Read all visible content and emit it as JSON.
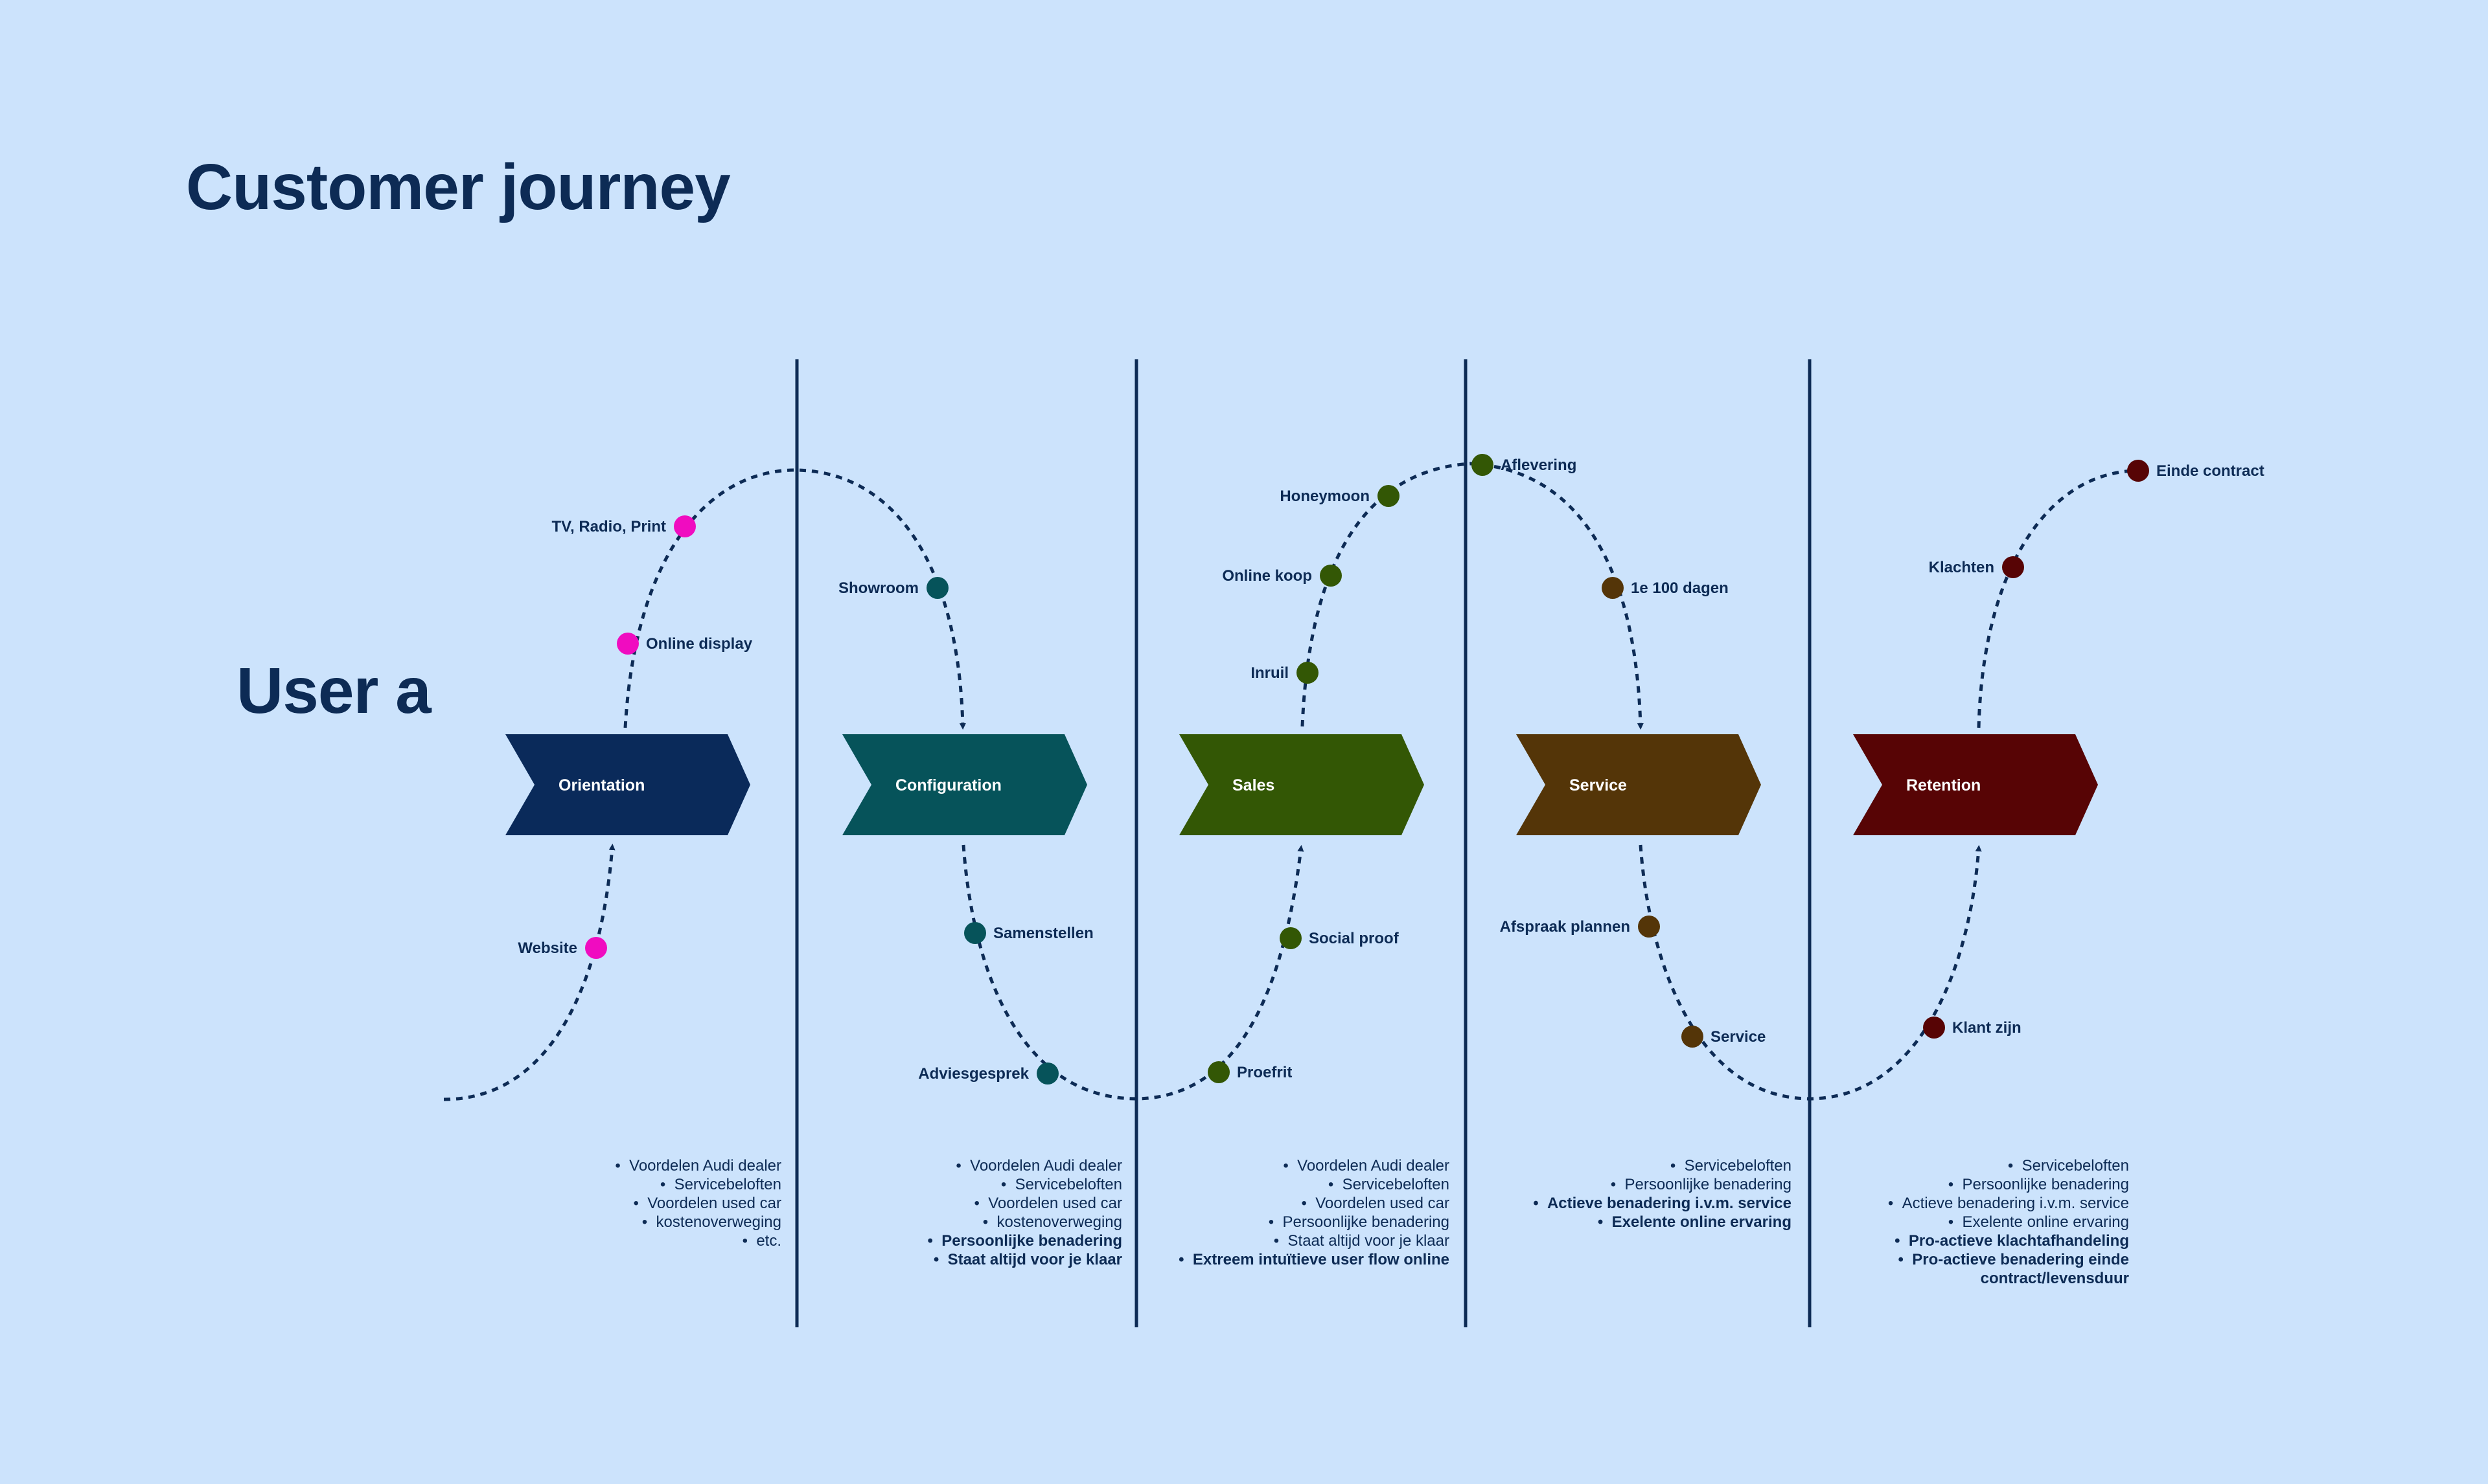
{
  "title": "Customer journey",
  "user_label": "User a",
  "colors": {
    "background": "#cce3fc",
    "text": "#0d2b55",
    "divider": "#0d2b55",
    "path": "#0d2b55"
  },
  "stages": [
    {
      "label": "Orientation",
      "color": "#0a2a5a"
    },
    {
      "label": "Configuration",
      "color": "#06535a"
    },
    {
      "label": "Sales",
      "color": "#335705"
    },
    {
      "label": "Service",
      "color": "#543508"
    },
    {
      "label": "Retention",
      "color": "#570405"
    }
  ],
  "touchpoints": [
    {
      "label": "Website",
      "color": "#f00cc0"
    },
    {
      "label": "Online display",
      "color": "#f00cc0"
    },
    {
      "label": "TV, Radio, Print",
      "color": "#f00cc0"
    },
    {
      "label": "Showroom",
      "color": "#06535a"
    },
    {
      "label": "Samenstellen",
      "color": "#06535a"
    },
    {
      "label": "Adviesgesprek",
      "color": "#06535a"
    },
    {
      "label": "Proefrit",
      "color": "#335705"
    },
    {
      "label": "Social proof",
      "color": "#335705"
    },
    {
      "label": "Inruil",
      "color": "#335705"
    },
    {
      "label": "Online koop",
      "color": "#335705"
    },
    {
      "label": "Honeymoon",
      "color": "#335705"
    },
    {
      "label": "Aflevering",
      "color": "#335705"
    },
    {
      "label": "1e 100 dagen",
      "color": "#543508"
    },
    {
      "label": "Afspraak plannen",
      "color": "#543508"
    },
    {
      "label": "Service",
      "color": "#543508"
    },
    {
      "label": "Klant zijn",
      "color": "#570405"
    },
    {
      "label": "Klachten",
      "color": "#570405"
    },
    {
      "label": "Einde contract",
      "color": "#570405"
    }
  ],
  "bullet_lists": [
    {
      "items": [
        {
          "text": "Voordelen Audi dealer",
          "bold": false
        },
        {
          "text": "Servicebeloften",
          "bold": false
        },
        {
          "text": "Voordelen used car",
          "bold": false
        },
        {
          "text": "kostenoverweging",
          "bold": false
        },
        {
          "text": "etc.",
          "bold": false
        }
      ]
    },
    {
      "items": [
        {
          "text": "Voordelen Audi dealer",
          "bold": false
        },
        {
          "text": "Servicebeloften",
          "bold": false
        },
        {
          "text": "Voordelen used car",
          "bold": false
        },
        {
          "text": "kostenoverweging",
          "bold": false
        },
        {
          "text": "Persoonlijke benadering",
          "bold": true
        },
        {
          "text": "Staat altijd voor je klaar",
          "bold": true
        }
      ]
    },
    {
      "items": [
        {
          "text": "Voordelen Audi dealer",
          "bold": false
        },
        {
          "text": "Servicebeloften",
          "bold": false
        },
        {
          "text": "Voordelen used car",
          "bold": false
        },
        {
          "text": "Persoonlijke benadering",
          "bold": false
        },
        {
          "text": "Staat altijd voor je klaar",
          "bold": false
        },
        {
          "text": "Extreem intuïtieve user flow online",
          "bold": true
        }
      ]
    },
    {
      "items": [
        {
          "text": "Servicebeloften",
          "bold": false
        },
        {
          "text": "Persoonlijke benadering",
          "bold": false
        },
        {
          "text": "Actieve benadering i.v.m. service",
          "bold": true
        },
        {
          "text": "Exelente online ervaring",
          "bold": true
        }
      ]
    },
    {
      "items": [
        {
          "text": "Servicebeloften",
          "bold": false
        },
        {
          "text": "Persoonlijke benadering",
          "bold": false
        },
        {
          "text": "Actieve benadering i.v.m. service",
          "bold": false
        },
        {
          "text": "Exelente online ervaring",
          "bold": false
        },
        {
          "text": "Pro-actieve klachtafhandeling",
          "bold": true
        },
        {
          "text": "Pro-actieve benadering einde",
          "bold": true
        },
        {
          "text": "contract/levensduur",
          "bold": true,
          "continuation": true
        }
      ]
    }
  ]
}
